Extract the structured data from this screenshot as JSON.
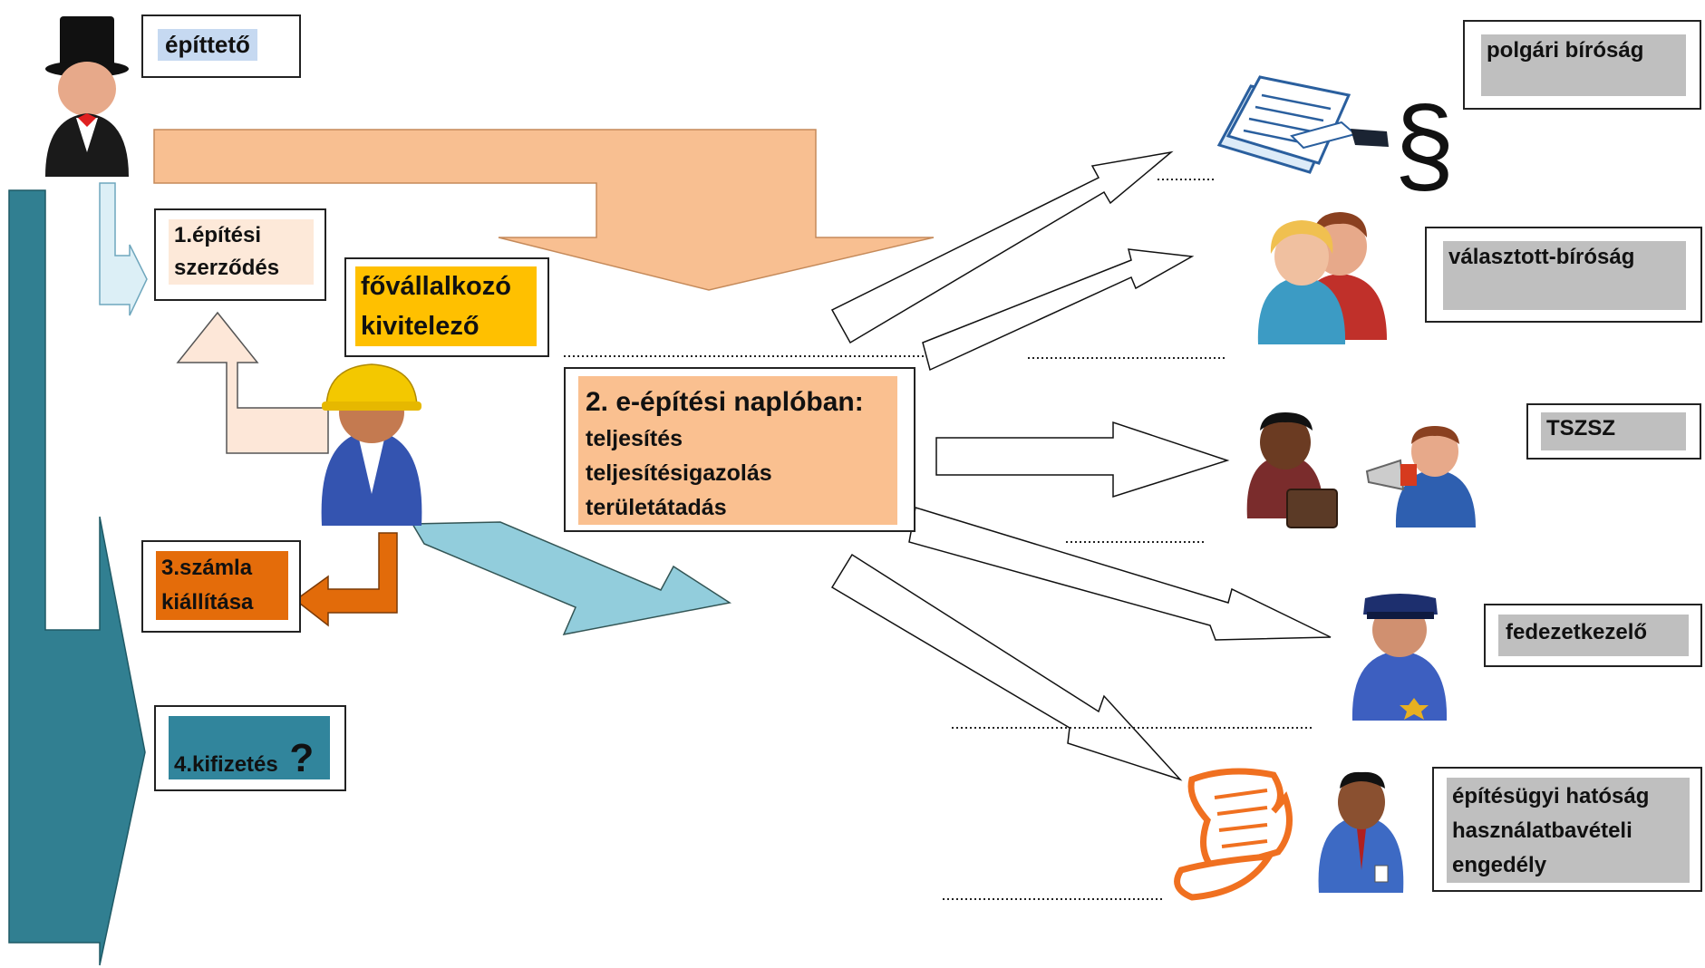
{
  "colors": {
    "owner_arrow": "#f8bf91",
    "main_bar": "#317f91",
    "light_blue_arrow": "#dceff6",
    "cyan_arrow": "#92cddc",
    "peach_arrow": "#fde7d8",
    "orange_arrow": "#e26b0a",
    "label_blue": "#c6d9f1",
    "label_peach": "#fde9d9",
    "label_gold": "#ffc000",
    "label_orange": "#e46c0a",
    "label_teal": "#31859c",
    "label_salmon": "#fac090",
    "label_grey": "#bfbfbf"
  },
  "icons": [
    "owner-person-icon",
    "worker-hardhat-icon",
    "contract-document-icon",
    "paragraph-icon",
    "two-persons-icon",
    "businessman-briefcase-icon",
    "megaphone-person-icon",
    "police-officer-icon",
    "scroll-document-icon",
    "official-person-icon"
  ],
  "labels": {
    "owner": "építtető",
    "contract": [
      "1.építési",
      "szerződés"
    ],
    "contractor": [
      "fővállalkozó",
      "kivitelező"
    ],
    "invoice": [
      "3.számla",
      "kiállítása"
    ],
    "payment": "4.kifizetés",
    "payment_mark": "?",
    "diary_title": "2. e-építési naplóban:",
    "diary_items": [
      "teljesítés",
      "teljesítésigazolás",
      "területátadás"
    ],
    "civil_court": "polgári bíróság",
    "paragraph": "§",
    "arbitration": "választott-bíróság",
    "tszsz": "TSZSZ",
    "escrow": "fedezetkezelő",
    "authority": [
      "építésügyi hatóság",
      "használatbavételi",
      "engedély"
    ]
  }
}
